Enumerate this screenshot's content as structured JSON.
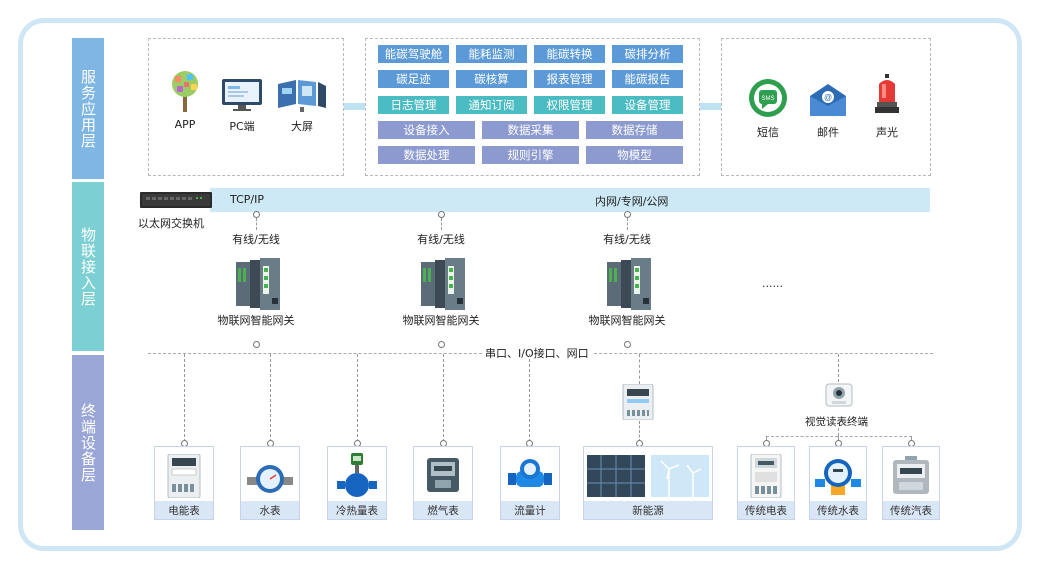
{
  "layers": {
    "service": "服务应用层",
    "iot": "物联接入层",
    "terminal": "终端设备层"
  },
  "clients": [
    {
      "label": "APP",
      "icon": "app-tree-icon"
    },
    {
      "label": "PC端",
      "icon": "pc-monitor-icon"
    },
    {
      "label": "大屏",
      "icon": "big-screen-icon"
    }
  ],
  "modules": [
    {
      "label": "能碳驾驶舱",
      "color": "blue"
    },
    {
      "label": "能耗监测",
      "color": "blue"
    },
    {
      "label": "能碳转换",
      "color": "blue"
    },
    {
      "label": "碳排分析",
      "color": "blue"
    },
    {
      "label": "碳足迹",
      "color": "blue"
    },
    {
      "label": "碳核算",
      "color": "blue"
    },
    {
      "label": "报表管理",
      "color": "blue"
    },
    {
      "label": "能碳报告",
      "color": "blue"
    },
    {
      "label": "日志管理",
      "color": "teal"
    },
    {
      "label": "通知订阅",
      "color": "teal"
    },
    {
      "label": "权限管理",
      "color": "teal"
    },
    {
      "label": "设备管理",
      "color": "teal"
    },
    {
      "label": "设备接入",
      "color": "purple"
    },
    {
      "label": "数据采集",
      "color": "purple"
    },
    {
      "label": "数据存储",
      "color": "purple"
    },
    {
      "label": "数据处理",
      "color": "purple"
    },
    {
      "label": "规则引擎",
      "color": "purple"
    },
    {
      "label": "物模型",
      "color": "purple"
    }
  ],
  "alarms": [
    {
      "label": "短信",
      "icon": "sms-icon"
    },
    {
      "label": "邮件",
      "icon": "email-icon"
    },
    {
      "label": "声光",
      "icon": "siren-icon"
    }
  ],
  "network": {
    "protocol": "TCP/IP",
    "scope": "内网/专网/公网",
    "switch_label": "以太网交换机"
  },
  "gateways": [
    {
      "link": "有线/无线",
      "label": "物联网智能网关"
    },
    {
      "link": "有线/无线",
      "label": "物联网智能网关"
    },
    {
      "link": "有线/无线",
      "label": "物联网智能网关"
    }
  ],
  "more": "......",
  "interfaces": "串口、I/O接口、网口",
  "visual_terminal": "视觉读表终端",
  "terminals": [
    {
      "label": "电能表",
      "icon": "electric-meter-icon"
    },
    {
      "label": "水表",
      "icon": "water-meter-icon"
    },
    {
      "label": "冷热量表",
      "icon": "heat-meter-icon"
    },
    {
      "label": "燃气表",
      "icon": "gas-meter-icon"
    },
    {
      "label": "流量计",
      "icon": "flow-meter-icon"
    },
    {
      "label": "新能源",
      "icon": "solar-wind-icon"
    },
    {
      "label": "传统电表",
      "icon": "traditional-electric-meter-icon"
    },
    {
      "label": "传统水表",
      "icon": "traditional-water-meter-icon"
    },
    {
      "label": "传统汽表",
      "icon": "traditional-gas-meter-icon"
    }
  ],
  "colors": {
    "frame": "#cfe6f5",
    "band_service": "#7fb6e3",
    "band_iot": "#7ccfd3",
    "band_terminal": "#9aa7d6",
    "module_blue": "#5c9ad7",
    "module_teal": "#4bbcc2",
    "module_purple": "#8c9ad0"
  }
}
